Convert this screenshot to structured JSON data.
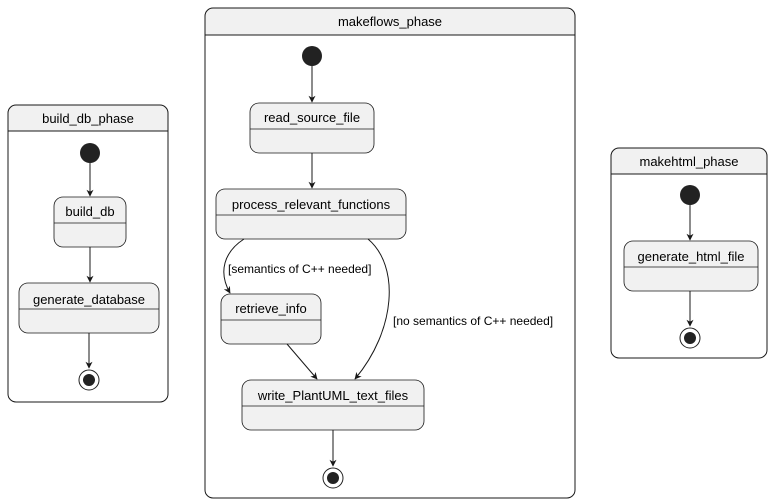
{
  "colors": {
    "fill": "#f1f1f1",
    "stroke": "#181818",
    "background": "#ffffff"
  },
  "composites": [
    {
      "id": "build_db",
      "title": "build_db_phase",
      "states": [
        {
          "id": "build_db",
          "label": "build_db"
        },
        {
          "id": "generate_database",
          "label": "generate_database"
        }
      ]
    },
    {
      "id": "makeflows",
      "title": "makeflows_phase",
      "states": [
        {
          "id": "read_source_file",
          "label": "read_source_file"
        },
        {
          "id": "process_relevant_functions",
          "label": "process_relevant_functions"
        },
        {
          "id": "retrieve_info",
          "label": "retrieve_info"
        },
        {
          "id": "write_plantuml_text_files",
          "label": "write_PlantUML_text_files"
        }
      ],
      "guards": [
        {
          "id": "semantics_needed",
          "label": "[semantics of C++ needed]"
        },
        {
          "id": "no_semantics_needed",
          "label": "[no semantics of C++ needed]"
        }
      ]
    },
    {
      "id": "makehtml",
      "title": "makehtml_phase",
      "states": [
        {
          "id": "generate_html_file",
          "label": "generate_html_file"
        }
      ]
    }
  ]
}
